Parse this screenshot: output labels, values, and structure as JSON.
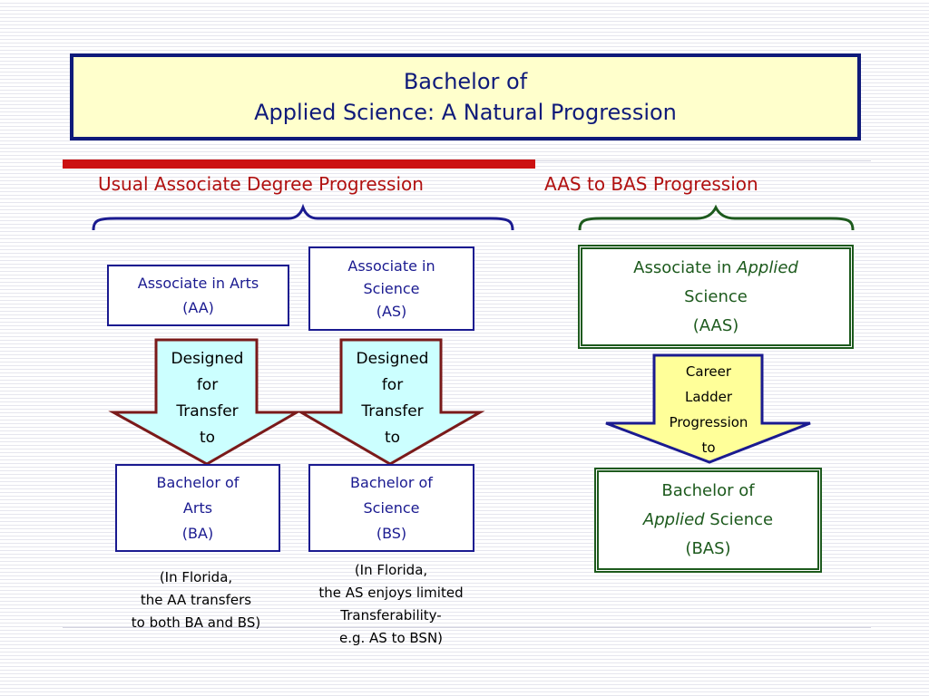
{
  "title": {
    "line1": "Bachelor of",
    "line2": "Applied Science: A Natural Progression"
  },
  "left_section": {
    "heading": "Usual Associate Degree Progression",
    "aa_box": {
      "line1": "Associate in Arts",
      "line2": "(AA)"
    },
    "as_box": {
      "line1": "Associate in",
      "line2": "Science",
      "line3": "(AS)"
    },
    "arrow_left": {
      "line1": "Designed",
      "line2": "for",
      "line3": "Transfer",
      "line4": "to"
    },
    "arrow_right": {
      "line1": "Designed",
      "line2": "for",
      "line3": "Transfer",
      "line4": "to"
    },
    "ba_box": {
      "line1": "Bachelor of",
      "line2": "Arts",
      "line3": "(BA)"
    },
    "bs_box": {
      "line1": "Bachelor of",
      "line2": "Science",
      "line3": "(BS)"
    },
    "note_aa": {
      "line1": "(In Florida,",
      "line2": "the AA transfers",
      "line3": "to both BA and BS)"
    },
    "note_as": {
      "line1": "(In Florida,",
      "line2": "the AS enjoys limited",
      "line3": "Transferability-",
      "line4": "e.g. AS to BSN)"
    }
  },
  "right_section": {
    "heading": "AAS to BAS Progression",
    "aas_box": {
      "line1_prefix": "Associate in ",
      "line1_italic": "Applied",
      "line2": "Science",
      "line3": "(AAS)"
    },
    "arrow": {
      "line1": "Career",
      "line2": "Ladder",
      "line3": "Progression",
      "line4": "to"
    },
    "bas_box": {
      "line1": "Bachelor of",
      "line2_italic": "Applied",
      "line2_rest": " Science",
      "line3": "(BAS)"
    }
  },
  "colors": {
    "title_bg": "#ffffcc",
    "navy": "#0f1a7a",
    "red_accent": "#cc1111",
    "heading_red": "#b01010",
    "arrow_left_fill": "#ccffff",
    "arrow_left_stroke": "#7a1a1a",
    "arrow_right_fill": "#ffff99",
    "arrow_right_stroke": "#1a1a90",
    "green": "#1d5a1d"
  }
}
